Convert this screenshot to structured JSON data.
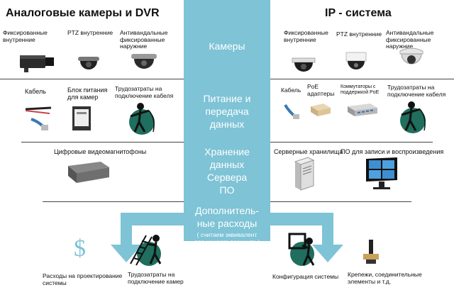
{
  "colors": {
    "accent": "#7ec3d6",
    "accent_dark": "#5aa8bf",
    "separator": "#444444",
    "text": "#111111"
  },
  "headers": {
    "analog": "Аналоговые камеры и DVR",
    "ip": "IP - система"
  },
  "center": {
    "cameras": "Камеры",
    "power": [
      "Питание и",
      "передача",
      "данных"
    ],
    "storage": [
      "Хранение",
      "данных",
      "Сервера",
      "ПО"
    ],
    "extra": [
      "Дополнитель-",
      "ные расходы"
    ],
    "extra_note": [
      "( считаем эквивалент",
      "для каждого варианта )"
    ]
  },
  "analog": {
    "cameras": [
      {
        "label": [
          "Фиксированные",
          "внутренние"
        ],
        "icon": "box-camera-icon"
      },
      {
        "label": [
          "PTZ внутренние"
        ],
        "icon": "dome-camera-icon"
      },
      {
        "label": [
          "Антивандальные",
          "фиксированные",
          "наружние"
        ],
        "icon": "dome-camera-icon"
      }
    ],
    "power": [
      {
        "label": [
          "Кабель"
        ],
        "icon": "cable-icon"
      },
      {
        "label": [
          "Блок питания",
          "для камер"
        ],
        "icon": "power-supply-icon"
      },
      {
        "label": [
          "Трудозатраты на",
          "подключение кабеля"
        ],
        "icon": "worker-icon"
      }
    ],
    "storage": [
      {
        "label": [
          "Цифровые видеомагнитофоны"
        ],
        "icon": "dvr-icon"
      }
    ],
    "extra": [
      {
        "label": [
          "Расходы на проектирование",
          "системы"
        ],
        "icon": "dollar-icon"
      },
      {
        "label": [
          "Трудозатраты на",
          "подключение камер"
        ],
        "icon": "ladder-worker-icon"
      }
    ]
  },
  "ip": {
    "cameras": [
      {
        "label": [
          "Фиксированные",
          "внутренние"
        ],
        "icon": "ip-dome-camera-icon"
      },
      {
        "label": [
          "PTZ внутренние"
        ],
        "icon": "ip-ptz-camera-icon"
      },
      {
        "label": [
          "Антивандальные",
          "фиксированные",
          "наружние"
        ],
        "icon": "ip-dome-camera-icon"
      }
    ],
    "power": [
      {
        "label": [
          "Кабель"
        ],
        "icon": "cable-icon"
      },
      {
        "label": [
          "PoE",
          "адаптеры"
        ],
        "icon": "poe-adapter-icon"
      },
      {
        "label": [
          "Коммутаторы с",
          "поддержкой PoE"
        ],
        "icon": "switch-icon"
      },
      {
        "label": [
          "Трудозатраты на",
          "подключение кабеля"
        ],
        "icon": "worker-icon"
      }
    ],
    "storage": [
      {
        "label": [
          "Серверные хранилища"
        ],
        "icon": "server-icon"
      },
      {
        "label": [
          "ПО для записи и воспроизведения"
        ],
        "icon": "monitor-icon"
      }
    ],
    "extra": [
      {
        "label": [
          "Конфигурация системы"
        ],
        "icon": "frame-worker-icon"
      },
      {
        "label": [
          "Крепежи, соединительные",
          "элементы и т.д."
        ],
        "icon": "mount-bracket-icon"
      }
    ]
  }
}
